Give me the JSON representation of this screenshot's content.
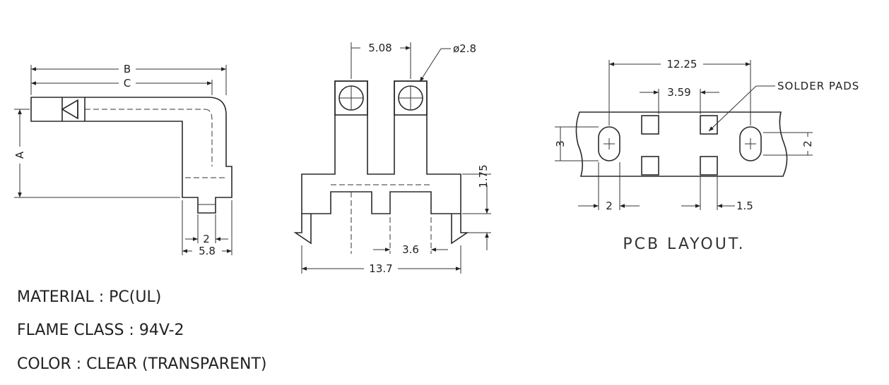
{
  "side_view": {
    "dim_b": "B",
    "dim_c": "C",
    "dim_a": "A",
    "dim_2": "2",
    "dim_5_8": "5.8"
  },
  "front_view": {
    "dim_5_08": "5.08",
    "dim_dia": "ø2.8",
    "dim_1_75": "1.75",
    "dim_3_6": "3.6",
    "dim_13_7": "13.7"
  },
  "pcb_layout": {
    "dim_12_25": "12.25",
    "dim_3_59": "3.59",
    "solder_pads": "SOLDER PADS",
    "dim_3": "3",
    "dim_2_right": "2",
    "dim_2_bottom": "2",
    "dim_1_5": "1.5",
    "title": "PCB LAYOUT."
  },
  "specs": {
    "material": "MATERIAL : PC(UL)",
    "flame_class": "FLAME CLASS : 94V-2",
    "color": "COLOR : CLEAR (TRANSPARENT)"
  }
}
